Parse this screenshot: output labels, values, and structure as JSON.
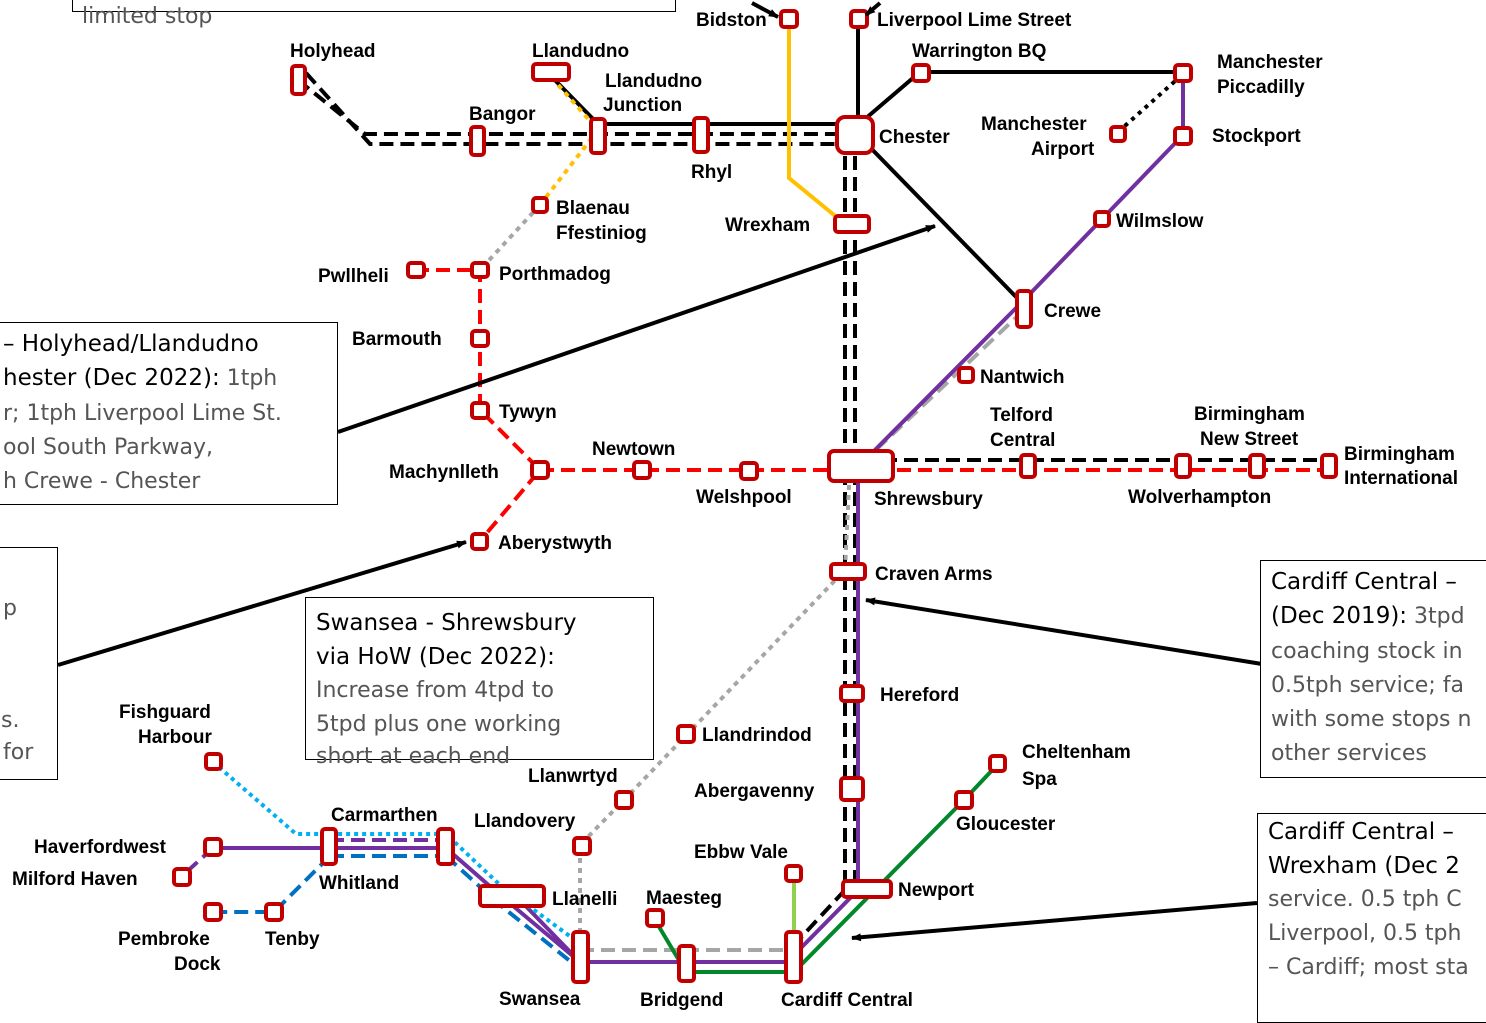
{
  "colors": {
    "station_outline": "#c00000",
    "black_route": "#000000",
    "red_route": "#ff0000",
    "yellow_route": "#ffc000",
    "purple_route": "#7030a0",
    "blue_route": "#0070c0",
    "light_blue_route": "#00b0f0",
    "green_route": "#00882b",
    "light_green_route": "#92d050",
    "grey_route": "#a6a6a6",
    "annotation_text": "#555555"
  },
  "stations": {
    "bidston": "Bidston",
    "liverpool_lime_street": "Liverpool Lime Street",
    "holyhead": "Holyhead",
    "llandudno": "Llandudno",
    "llandudno_junction_1": "Llandudno",
    "llandudno_junction_2": "Junction",
    "warrington_bq": "Warrington BQ",
    "manchester_piccadilly_1": "Manchester",
    "manchester_piccadilly_2": "Piccadilly",
    "bangor": "Bangor",
    "manchester_airport_1": "Manchester",
    "manchester_airport_2": "Airport",
    "chester": "Chester",
    "stockport": "Stockport",
    "rhyl": "Rhyl",
    "blaenau_ffestiniog_1": "Blaenau",
    "blaenau_ffestiniog_2": "Ffestiniog",
    "wrexham": "Wrexham",
    "wilmslow": "Wilmslow",
    "pwllheli": "Pwllheli",
    "porthmadog": "Porthmadog",
    "crewe": "Crewe",
    "barmouth": "Barmouth",
    "nantwich": "Nantwich",
    "tywyn": "Tywyn",
    "telford_central_1": "Telford",
    "telford_central_2": "Central",
    "birmingham_new_street_1": "Birmingham",
    "birmingham_new_street_2": "New Street",
    "birmingham_international_1": "Birmingham",
    "birmingham_international_2": "International",
    "newtown": "Newtown",
    "machynlleth": "Machynlleth",
    "welshpool": "Welshpool",
    "shrewsbury": "Shrewsbury",
    "wolverhampton": "Wolverhampton",
    "aberystwyth": "Aberystwyth",
    "craven_arms": "Craven Arms",
    "hereford": "Hereford",
    "fishguard_harbour_1": "Fishguard",
    "fishguard_harbour_2": "Harbour",
    "llandrindod": "Llandrindod",
    "cheltenham_spa_1": "Cheltenham",
    "cheltenham_spa_2": "Spa",
    "llanwrtyd": "Llanwrtyd",
    "abergavenny": "Abergavenny",
    "carmarthen": "Carmarthen",
    "llandovery": "Llandovery",
    "gloucester": "Gloucester",
    "haverfordwest": "Haverfordwest",
    "milford_haven": "Milford Haven",
    "whitland": "Whitland",
    "ebbw_vale": "Ebbw Vale",
    "newport": "Newport",
    "llanelli": "Llanelli",
    "maesteg": "Maesteg",
    "pembroke_dock_1": "Pembroke",
    "pembroke_dock_2": "Dock",
    "tenby": "Tenby",
    "swansea": "Swansea",
    "bridgend": "Bridgend",
    "cardiff_central": "Cardiff Central"
  },
  "callouts": {
    "top_left": {
      "line1": "limited stop"
    },
    "holyhead_chester": {
      "line1_bold": "– Holyhead/Llandudno",
      "line2_bold": "hester (Dec 2022):",
      "line2_rest": " 1tph",
      "line3": "r; 1tph Liverpool Lime St.",
      "line4": "ool South Parkway,",
      "line5": "h Crewe - Chester"
    },
    "left_cropped": {
      "line1": "p",
      "line2": "s.",
      "line3": "for"
    },
    "swansea_shrewsbury": {
      "line1": "Swansea - Shrewsbury",
      "line2": "via HoW (Dec 2022):",
      "line3": "Increase from 4tpd to",
      "line4": "5tpd plus one working",
      "line5": "short at each end"
    },
    "cardiff_premier": {
      "line1": "Cardiff Central –",
      "line2_bold": "(Dec 2019):",
      "line2_rest": " 3tpd",
      "line3": "coaching stock in",
      "line4": "0.5tph service; fa",
      "line5": "with some stops n",
      "line6": "other services"
    },
    "cardiff_wrexham": {
      "line1": "Cardiff Central –",
      "line2": "Wrexham (Dec 2",
      "line3": "service. 0.5 tph C",
      "line4": "Liverpool, 0.5 tph",
      "line5": "– Cardiff; most sta"
    }
  }
}
